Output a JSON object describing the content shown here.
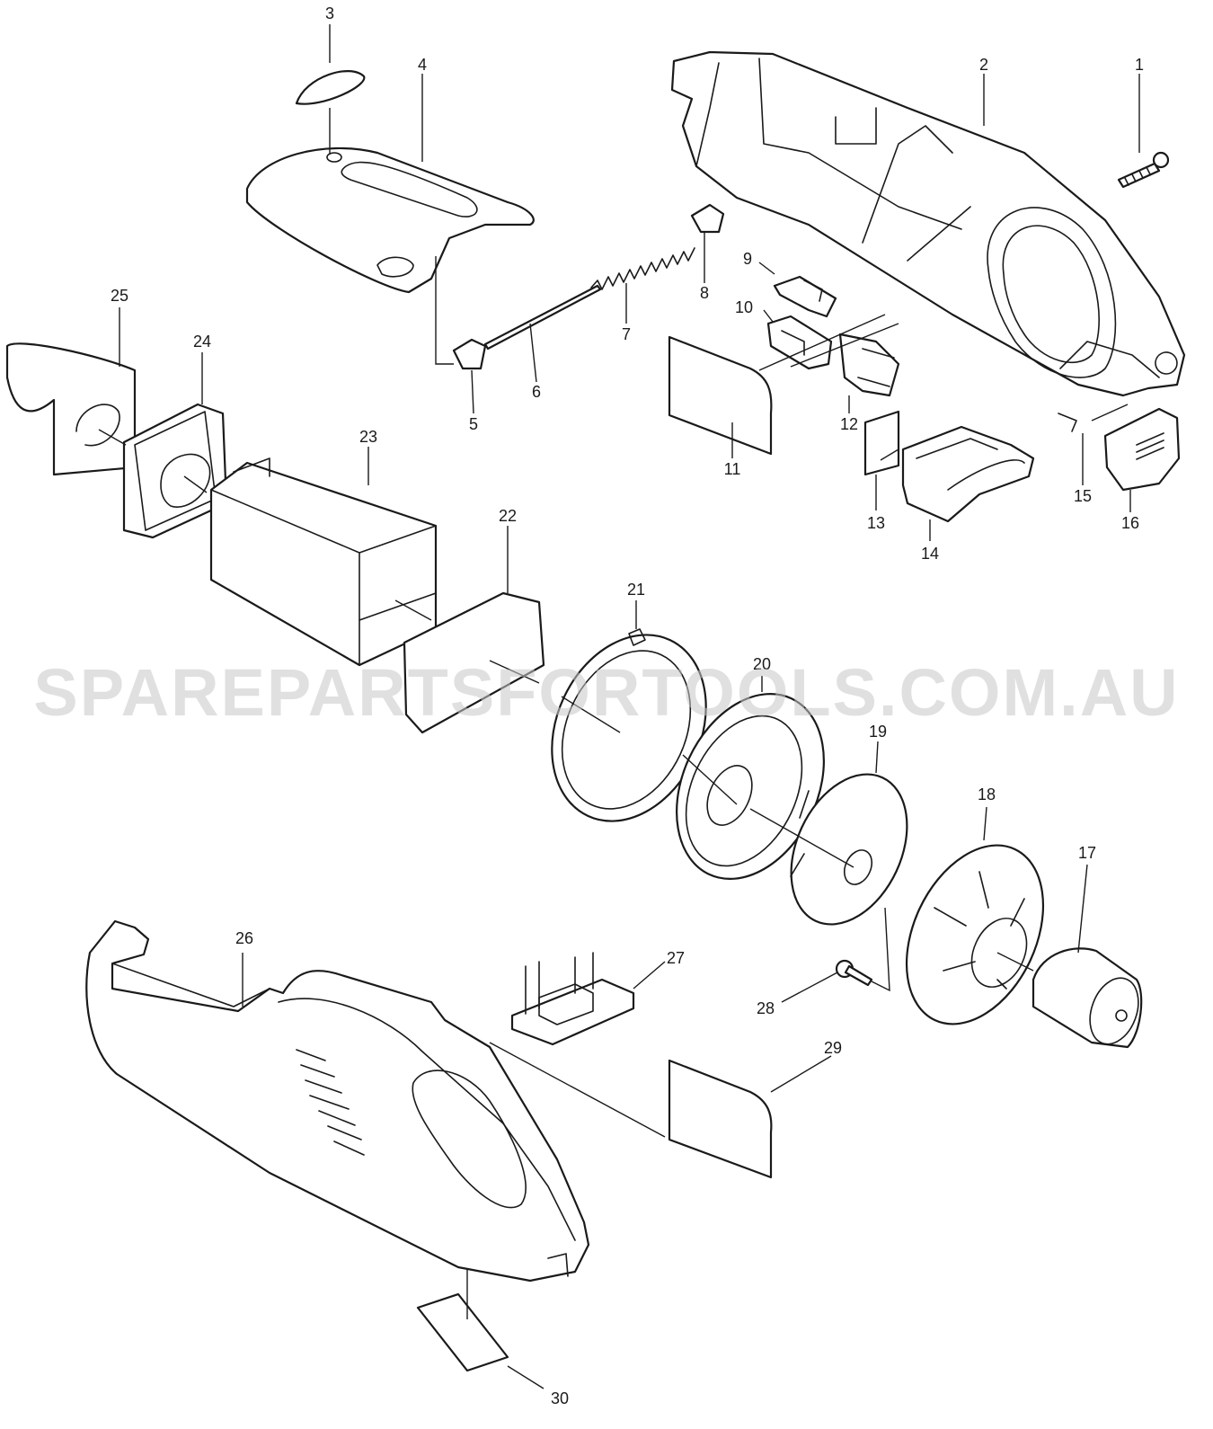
{
  "watermark": "SPAREPARTSFORTOOLS.COM.AU",
  "callouts": [
    "1",
    "2",
    "3",
    "4",
    "5",
    "6",
    "7",
    "8",
    "9",
    "10",
    "11",
    "12",
    "13",
    "14",
    "15",
    "16",
    "17",
    "18",
    "19",
    "20",
    "21",
    "22",
    "23",
    "24",
    "25",
    "26",
    "27",
    "28",
    "29",
    "30"
  ]
}
